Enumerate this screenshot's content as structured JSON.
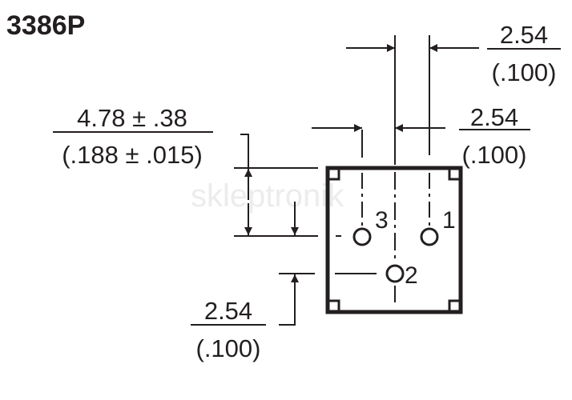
{
  "title": "3386P",
  "watermark": "skleptronik",
  "dimensions": {
    "top_right": {
      "metric": "2.54",
      "imperial": "(.100)"
    },
    "middle_right": {
      "metric": "2.54",
      "imperial": "(.100)"
    },
    "left": {
      "metric": "4.78 ± .38",
      "imperial": "(.188 ± .015)"
    },
    "bottom_left": {
      "metric": "2.54",
      "imperial": "(.100)"
    }
  },
  "pins": [
    "1",
    "2",
    "3"
  ],
  "colors": {
    "ink": "#231f20",
    "background": "#ffffff",
    "watermark": "#ececec"
  }
}
